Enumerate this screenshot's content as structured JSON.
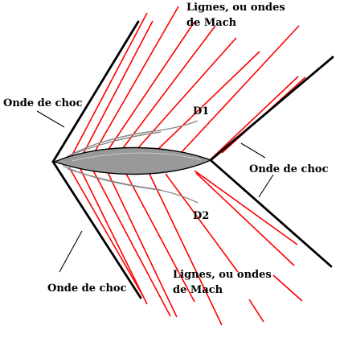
{
  "labels": {
    "mach_top_line1": "Lignes, ou ondes",
    "mach_top_line2": "de Mach",
    "shock_left_top": "Onde de choc",
    "d1": "D1",
    "shock_right": "Onde de choc",
    "d2": "D2",
    "mach_bottom_line1": "Lignes, ou ondes",
    "mach_bottom_line2": "de Mach",
    "shock_left_bottom": "Onde de choc"
  },
  "colors": {
    "mach_lines": "#ff0000",
    "shock_waves": "#000000",
    "airfoil": "#999999",
    "streamlines": "#8a8a8a"
  }
}
